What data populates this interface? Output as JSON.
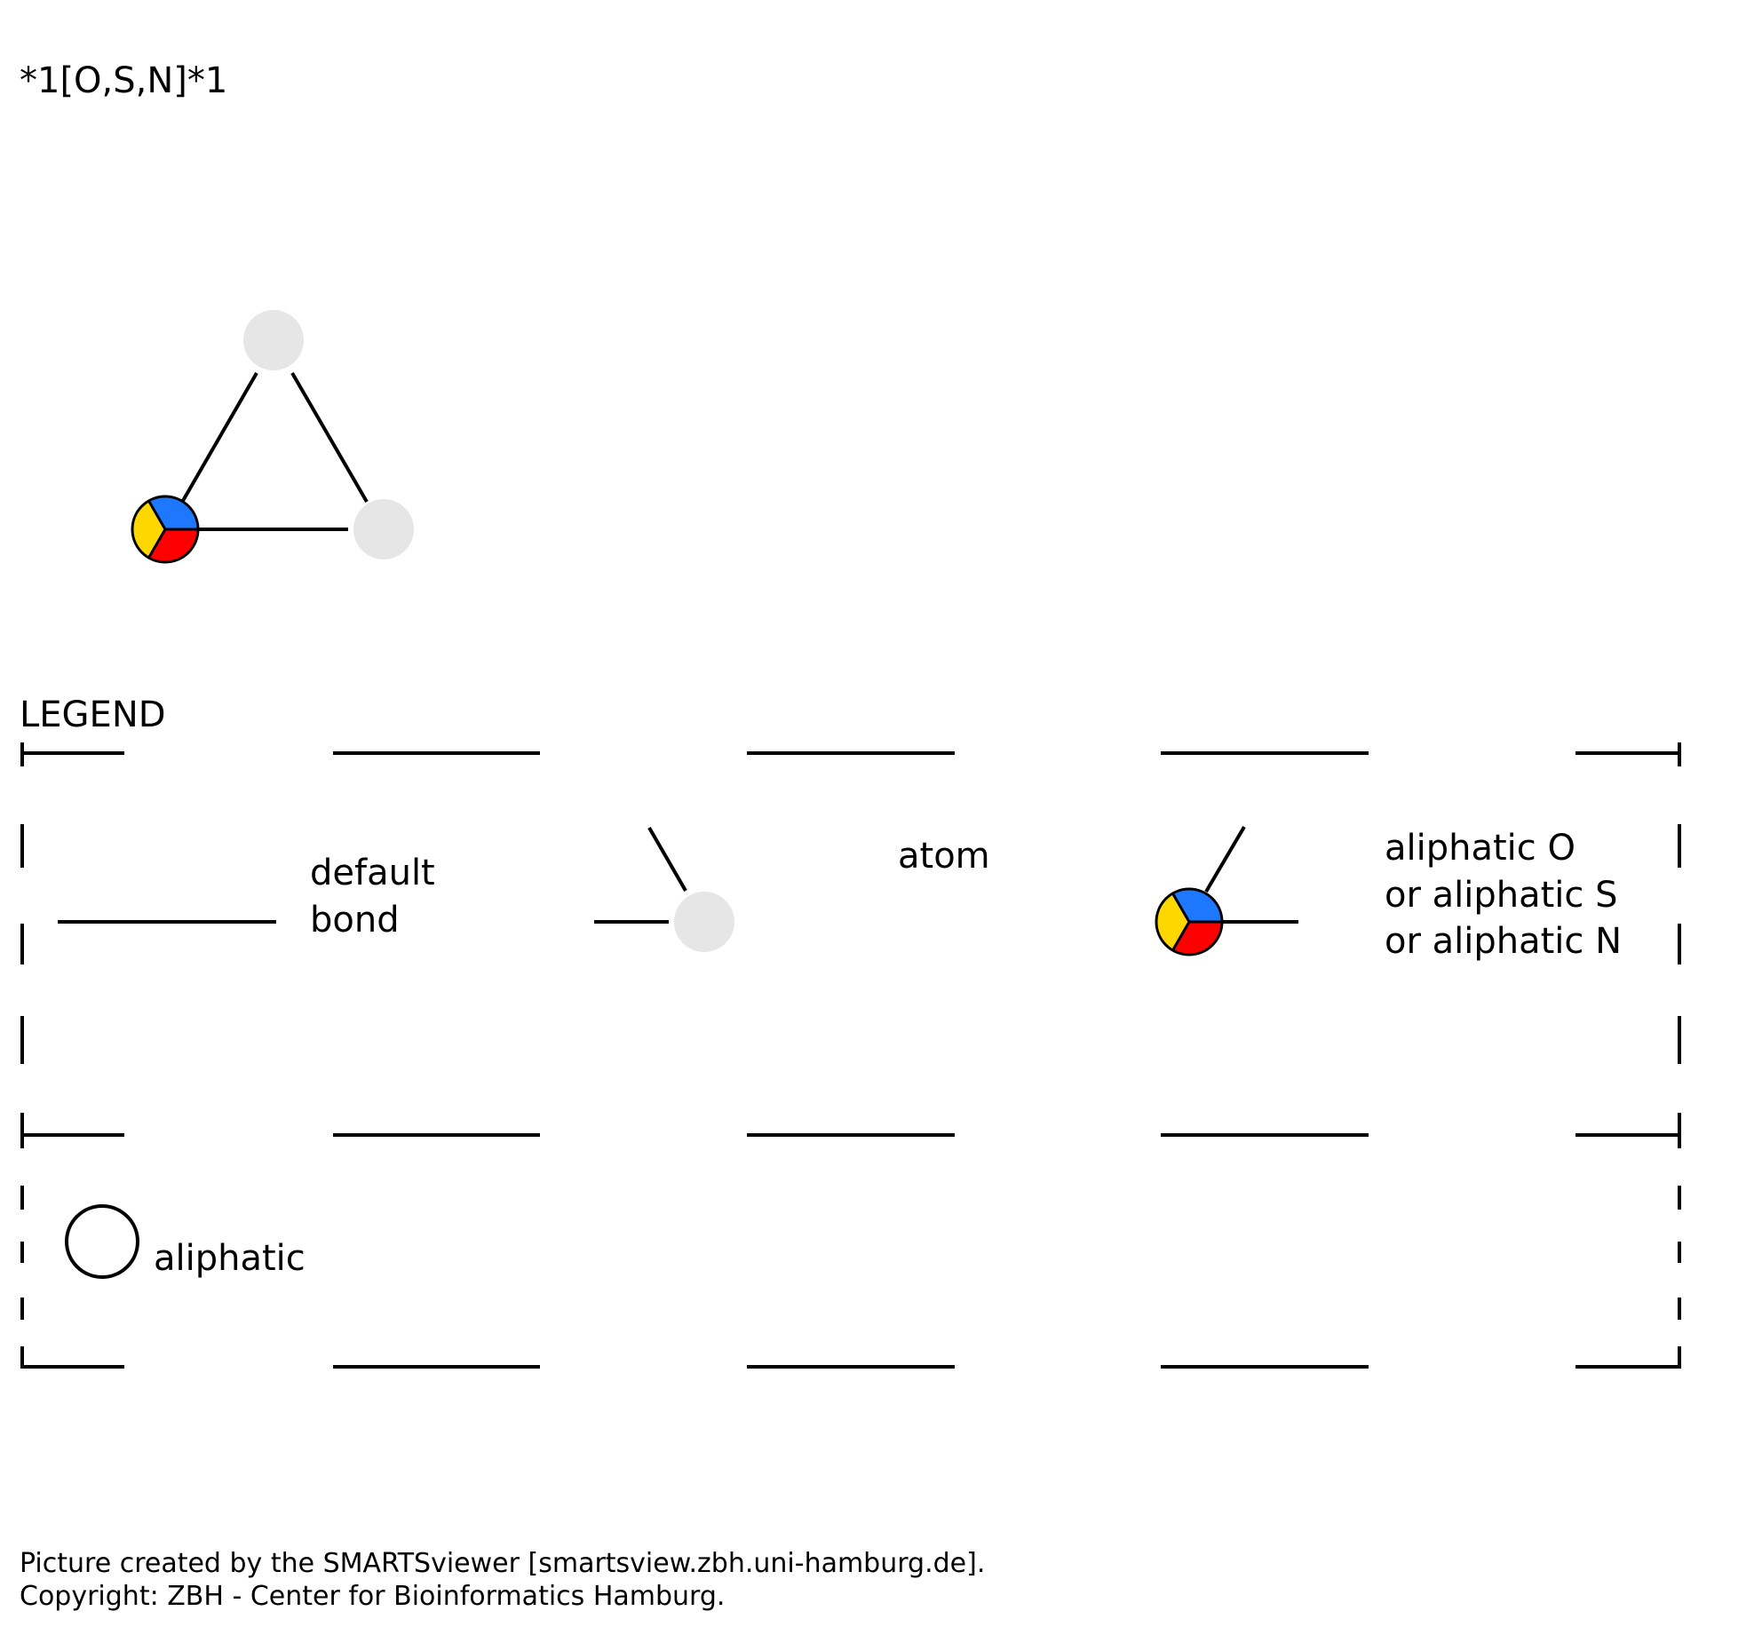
{
  "smarts": "*1[O,S,N]*1",
  "legend": {
    "title": "LEGEND",
    "default_bond": [
      "default",
      "bond"
    ],
    "atom": "atom",
    "or_atom": [
      "aliphatic O",
      "or aliphatic S",
      "or aliphatic N"
    ],
    "aliphatic": "aliphatic"
  },
  "footer": {
    "line1": "Picture created by the SMARTSviewer [smartsview.zbh.uni-hamburg.de].",
    "line2": "Copyright: ZBH - Center for Bioinformatics Hamburg."
  },
  "colors": {
    "any_atom": "#e6e6e6",
    "oxygen": "#ff0000",
    "sulfur": "#ffd700",
    "nitrogen": "#1e78ff"
  }
}
